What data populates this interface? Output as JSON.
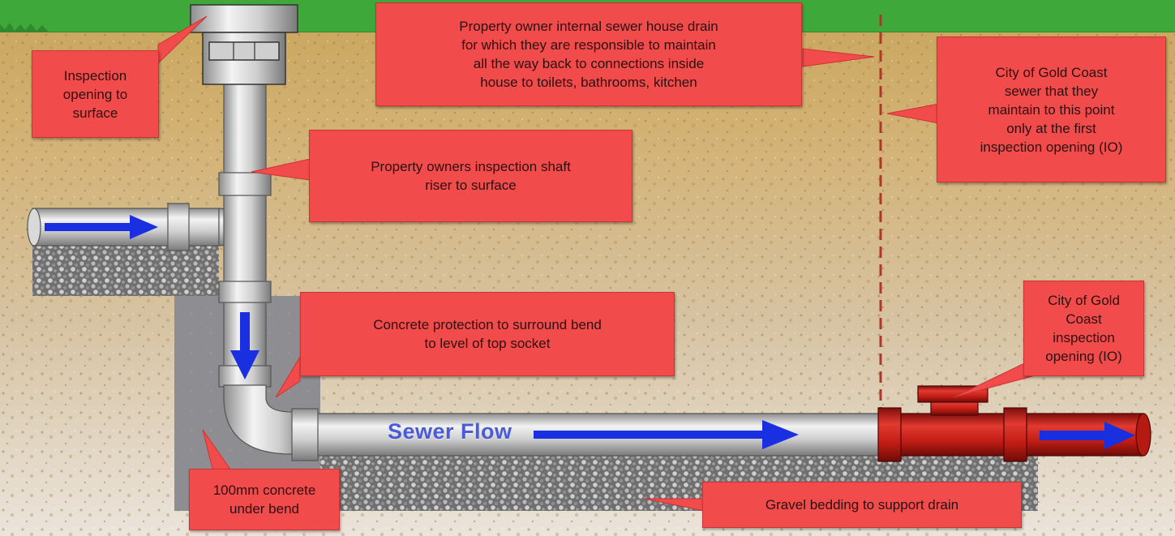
{
  "labels": {
    "inspection_opening_surface": "Inspection\nopening to\nsurface",
    "property_owner_drain": "Property owner internal sewer house drain\nfor which they are responsible to maintain\nall the way back to connections inside\nhouse to toilets, bathrooms, kitchen",
    "city_sewer_maintain": "City of Gold Coast\nsewer that they\nmaintain to this point\nonly at the first\ninspection opening (IO)",
    "inspection_shaft_riser": "Property owners inspection shaft\nriser to surface",
    "concrete_protection": "Concrete protection to surround bend\nto level of top socket",
    "city_io": "City of Gold\nCoast\ninspection\nopening (IO)",
    "concrete_under_bend": "100mm concrete\nunder bend",
    "gravel_bedding": "Gravel bedding to support drain",
    "sewer_flow": "Sewer Flow"
  },
  "colors": {
    "callout": "#f24b4b",
    "flow_arrow": "#1a2fe0",
    "council_pipe": "#c8221c",
    "boundary_line": "#b0362a",
    "grass": "#3fa83a"
  }
}
